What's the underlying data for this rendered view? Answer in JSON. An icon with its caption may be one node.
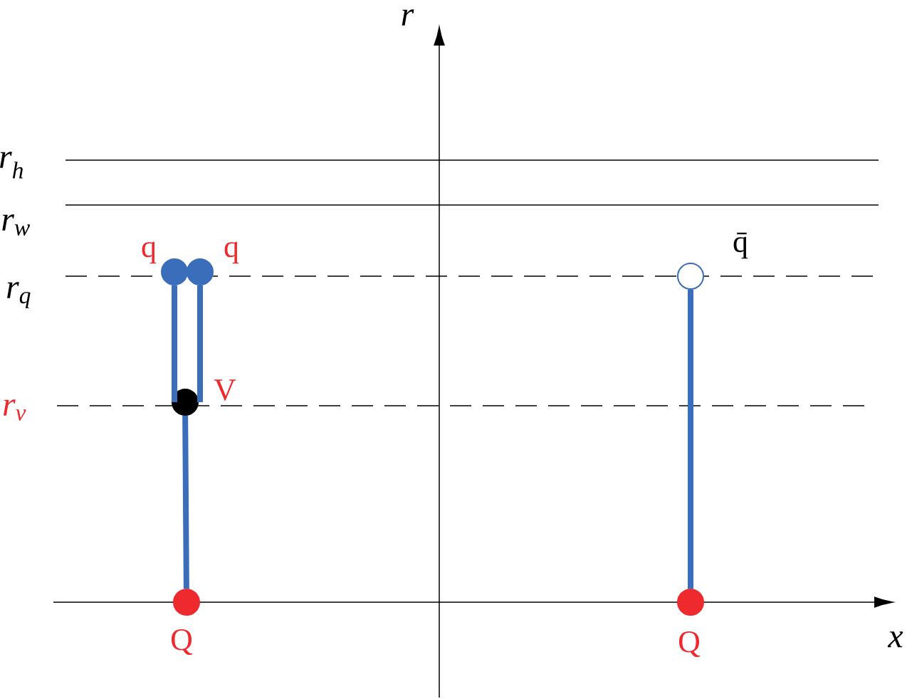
{
  "diagram": {
    "nodes": [
      {
        "text": [],
        "shape": "circle",
        "beside": [
          "q"
        ]
      },
      {
        "text": [],
        "shape": "circle",
        "beside": [
          "q"
        ]
      },
      {
        "text": [],
        "shape": "circle",
        "beside": [
          "q̄"
        ]
      },
      {
        "text": [],
        "shape": "circle",
        "beside": [
          "V"
        ]
      },
      {
        "text": [],
        "shape": "circle",
        "beside": [
          "Q"
        ]
      },
      {
        "text": [],
        "shape": "circle",
        "beside": [
          "Q"
        ]
      }
    ],
    "edges": [
      {
        "from": 4,
        "to": 3,
        "arrow": "none"
      },
      {
        "from": 3,
        "to": 0,
        "arrow": "none"
      },
      {
        "from": 3,
        "to": 1,
        "arrow": "none"
      },
      {
        "from": 5,
        "to": 2,
        "arrow": "none"
      }
    ],
    "labels": [
      "r",
      "r$_{h}$",
      "r$_{w}$",
      "r$_{q}$",
      "r$_{v}$",
      "x"
    ]
  }
}
